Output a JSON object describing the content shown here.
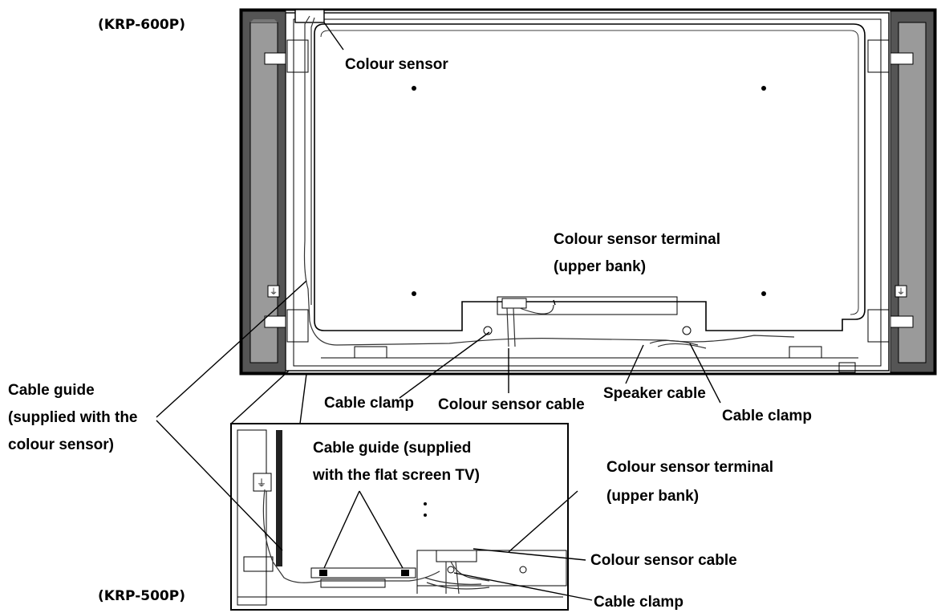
{
  "models": {
    "top": "(KRP-600P)",
    "bottom": "(KRP-500P)"
  },
  "labels": {
    "colour_sensor": "Colour sensor",
    "terminal_top_1": "Colour sensor terminal",
    "terminal_top_2": "(upper bank)",
    "cable_guide_1": "Cable guide",
    "cable_guide_2": "(supplied with the",
    "cable_guide_3": "colour sensor)",
    "cable_clamp_left": "Cable clamp",
    "colour_sensor_cable": "Colour sensor cable",
    "speaker_cable": "Speaker cable",
    "cable_clamp_right": "Cable clamp",
    "inset_guide_1": "Cable guide (supplied",
    "inset_guide_2": "with the flat screen TV)",
    "inset_terminal_1": "Colour sensor terminal",
    "inset_terminal_2": "(upper bank)",
    "inset_sensor_cable": "Colour sensor cable",
    "inset_cable_clamp": "Cable clamp"
  }
}
